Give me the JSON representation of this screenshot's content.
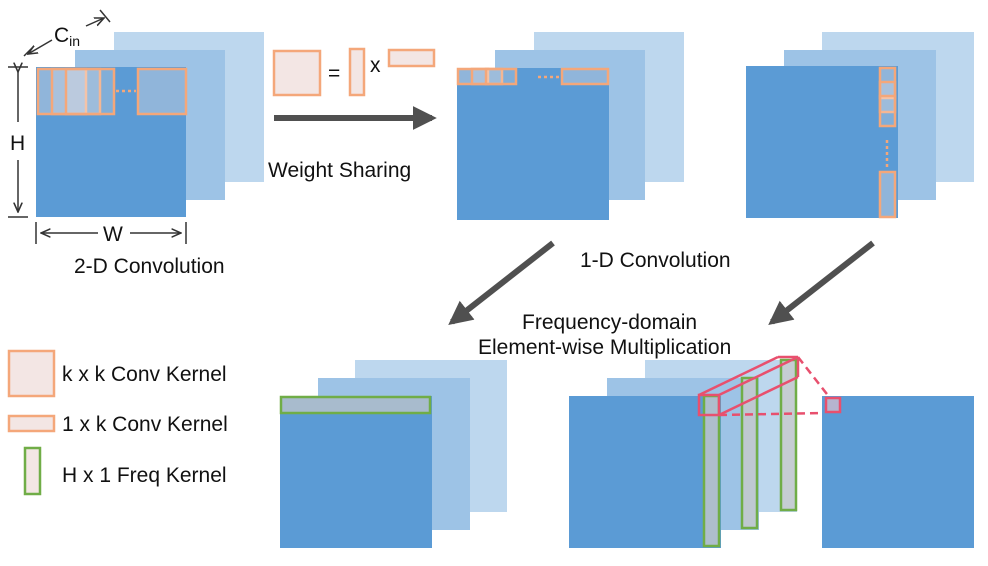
{
  "colors": {
    "front": "#5b9bd5",
    "mid": "#9dc3e6",
    "back": "#bdd7ee",
    "kernel_orange": "#f4a77a",
    "kernel_fill": "#f3e6e4",
    "freq_green": "#70ad47",
    "pink": "#e8506e",
    "arrow": "#505050"
  },
  "labels": {
    "cin_main": "C",
    "cin_sub": "in",
    "h": "H",
    "w": "W",
    "conv2d": "2-D Convolution",
    "weight_sharing": "Weight Sharing",
    "equals": "=",
    "times": "x",
    "conv1d": "1-D Convolution",
    "freq_line1": "Frequency-domain",
    "freq_line2": "Element-wise Multiplication"
  },
  "legend": [
    {
      "icon": "kxk-kernel-icon",
      "label": "k x k Conv Kernel"
    },
    {
      "icon": "1xk-kernel-icon",
      "label": "1 x k Conv Kernel"
    },
    {
      "icon": "hx1-freq-kernel-icon",
      "label": "H x 1 Freq Kernel"
    }
  ]
}
